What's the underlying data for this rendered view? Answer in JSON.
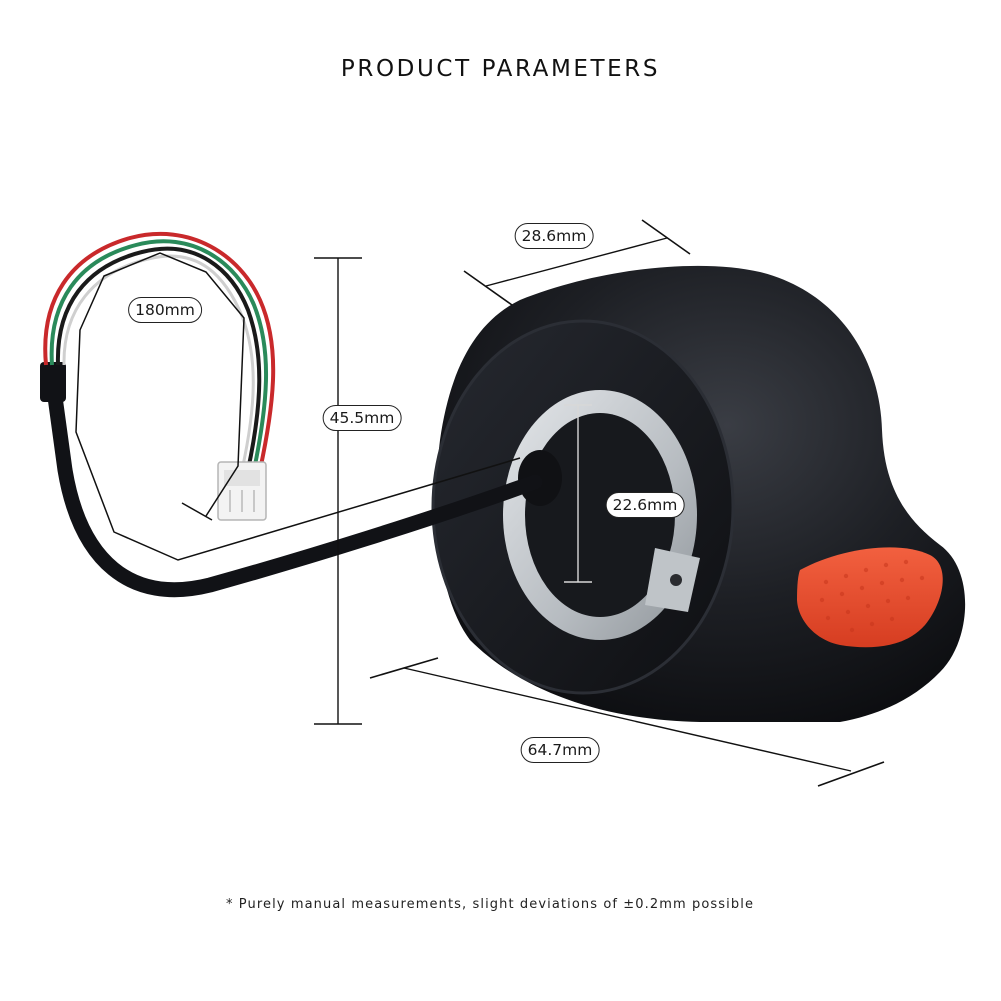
{
  "title": "PRODUCT PARAMETERS",
  "footnote": "* Purely manual measurements, slight deviations of ±0.2mm possible",
  "dimensions": {
    "cable_length": "180mm",
    "height": "45.5mm",
    "width": "28.6mm",
    "bore": "22.6mm",
    "length": "64.7mm"
  },
  "product": {
    "body_color": "#16181d",
    "button_color": "#e8492b",
    "ring_color": "#c7ccd0",
    "wire_colors": [
      "#c9292b",
      "#2a8a5a",
      "#1a1a1a",
      "#dddddd"
    ]
  }
}
